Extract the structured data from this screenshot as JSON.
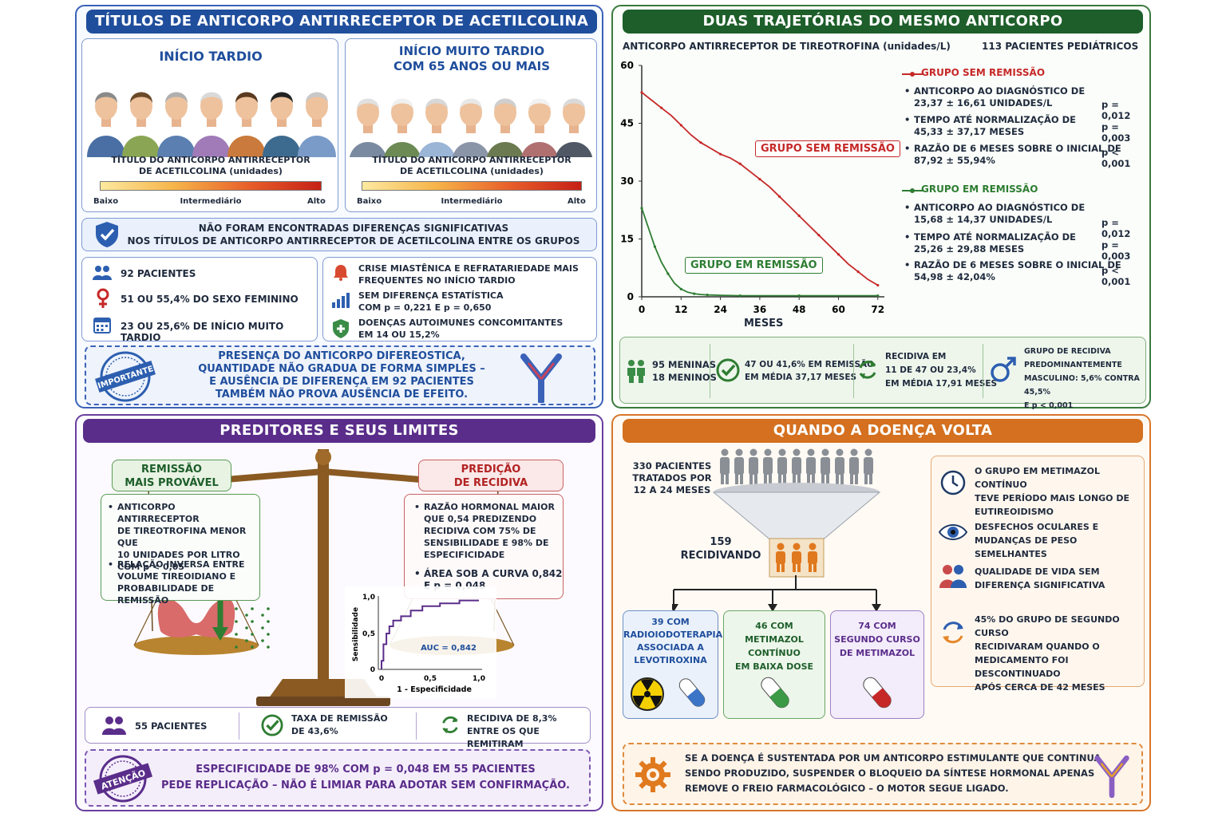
{
  "s1": {
    "title": "TÍTULOS DE ANTICORPO ANTIRRECEPTOR DE ACETILCOLINA",
    "card_a": {
      "title": "INÍCIO TARDIO",
      "scale_title_1": "TÍTULO DO ANTICORPO ANTIRRECEPTOR",
      "scale_title_2": "DE ACETILCOLINA (unidades)",
      "low": "Baixo",
      "mid": "Intermediário",
      "high": "Alto"
    },
    "card_b": {
      "title_1": "INÍCIO MUITO TARDIO",
      "title_2": "COM 65 ANOS OU MAIS",
      "scale_title_1": "TÍTULO DO ANTICORPO ANTIRRECEPTOR",
      "scale_title_2": "DE ACETILCOLINA (unidades)",
      "low": "Baixo",
      "mid": "Intermediário",
      "high": "Alto"
    },
    "nodiff_1": "NÃO FORAM ENCONTRADAS DIFERENÇAS SIGNIFICATIVAS",
    "nodiff_2": "NOS TÍTULOS DE ANTICORPO ANTIRRECEPTOR DE ACETILCOLINA ENTRE OS GRUPOS",
    "stats": [
      "92 PACIENTES",
      "51 OU 55,4% DO SEXO FEMININO",
      "23 OU 25,6% DE INÍCIO MUITO TARDIO"
    ],
    "facts": [
      [
        "CRISE MIASTÊNICA E REFRATARIEDADE MAIS",
        "FREQUENTES NO INÍCIO TARDIO"
      ],
      [
        "SEM DIFERENÇA ESTATÍSTICA",
        "COM p = 0,221 E p = 0,650"
      ],
      [
        "DOENÇAS AUTOIMUNES CONCOMITANTES",
        "EM 14 OU 15,2%"
      ]
    ],
    "stamp": "IMPORTANTE",
    "note": [
      "PRESENÇA DO ANTICORPO DIFEREOSTICA,",
      "QUANTIDADE NÃO GRADUA DE FORMA SIMPLES –",
      "E AUSÊNCIA DE DIFERENÇA EM 92 PACIENTES",
      "TAMBÉM NÃO PROVA AUSÊNCIA DE EFEITO."
    ]
  },
  "s2": {
    "title": "DUAS TRAJETÓRIAS DO MESMO ANTICORPO",
    "subtitle": "ANTICORPO ANTIRRECEPTOR DE TIREOTROFINA (unidades/L)",
    "patients": "113 PACIENTES PEDIÁTRICOS",
    "xlabel": "MESES",
    "label_red": "GRUPO SEM REMISSÃO",
    "label_green": "GRUPO EM REMISSÃO",
    "red": {
      "title": "GRUPO SEM REMISSÃO",
      "items": [
        [
          "ANTICORPO AO DIAGNÓSTICO DE",
          "23,37 ± 16,61 UNIDADES/L"
        ],
        [
          "TEMPO ATÉ NORMALIZAÇÃO DE",
          "45,33 ± 37,17 MESES"
        ],
        [
          "RAZÃO DE 6 MESES SOBRE O INICIAL DE",
          "87,92 ± 55,94%"
        ]
      ],
      "p": [
        "p = 0,012",
        "p = 0,003",
        "p < 0,001"
      ]
    },
    "green": {
      "title": "GRUPO EM REMISSÃO",
      "items": [
        [
          "ANTICORPO AO DIAGNÓSTICO DE",
          "15,68 ± 14,37 UNIDADES/L"
        ],
        [
          "TEMPO ATÉ NORMALIZAÇÃO DE",
          "25,26 ± 29,88 MESES"
        ],
        [
          "RAZÃO DE 6 MESES SOBRE O INICIAL DE",
          "54,98 ± 42,04%"
        ]
      ],
      "p": [
        "p = 0,012",
        "p = 0,003",
        "p < 0,001"
      ]
    },
    "foot": [
      [
        "95 MENINAS",
        "18 MENINOS"
      ],
      [
        "47 OU 41,6% EM REMISSÃO",
        "EM MÉDIA 37,17 MESES"
      ],
      [
        "RECIDIVA EM",
        "11 DE 47 OU 23,4%",
        "EM MÉDIA 17,91 MESES"
      ],
      [
        "GRUPO DE RECIDIVA",
        "PREDOMINANTEMENTE",
        "MASCULINO: 5,6% CONTRA 45,5%",
        "E p < 0,001"
      ]
    ]
  },
  "chart_data": {
    "type": "line",
    "ylabel": "",
    "xlabel": "MESES",
    "xlim": [
      0,
      74
    ],
    "ylim": [
      0,
      60
    ],
    "xticks": [
      "0",
      "12",
      "24",
      "36",
      "48",
      "60",
      "72"
    ],
    "yticks": [
      "0",
      "15",
      "30",
      "45",
      "60"
    ],
    "series": [
      {
        "name": "GRUPO SEM REMISSÃO",
        "color": "#c62828",
        "x": [
          0,
          3,
          6,
          9,
          12,
          15,
          18,
          21,
          24,
          27,
          30,
          33,
          36,
          39,
          42,
          45,
          48,
          51,
          54,
          57,
          60,
          63,
          66,
          69,
          72
        ],
        "y": [
          53,
          51,
          49,
          47,
          44.5,
          42,
          40,
          38.5,
          37,
          36,
          34.5,
          32.5,
          30.5,
          28.5,
          26,
          23.5,
          21,
          18.5,
          16,
          13.5,
          11,
          8.5,
          6.5,
          4.5,
          3
        ]
      },
      {
        "name": "GRUPO EM REMISSÃO",
        "color": "#2e7d32",
        "x": [
          0,
          2,
          4,
          6,
          8,
          10,
          12,
          14,
          16,
          18,
          20,
          24,
          30,
          36,
          48,
          60,
          72
        ],
        "y": [
          23,
          18,
          13,
          9,
          6,
          3.5,
          2,
          1.2,
          0.8,
          0.6,
          0.5,
          0.4,
          0.3,
          0.3,
          0.3,
          0.3,
          0.3
        ]
      }
    ]
  },
  "s3": {
    "title": "PREDITORES E SEUS LIMITES",
    "left_title_1": "REMISSÃO",
    "left_title_2": "MAIS PROVÁVEL",
    "left_items": [
      [
        "ANTICORPO ANTIRRECEPTOR",
        "DE TIREOTROFINA MENOR QUE",
        "10 UNIDADES POR LITRO",
        "COM p < 0,05"
      ],
      [
        "RELAÇÃO INVERSA ENTRE",
        "VOLUME TIREOIDIANO E",
        "PROBABILIDADE DE REMISSÃO"
      ]
    ],
    "right_title_1": "PREDIÇÃO",
    "right_title_2": "DE RECIDIVA",
    "right_items": [
      [
        "RAZÃO HORMONAL MAIOR",
        "QUE 0,54 PREDIZENDO",
        "RECIDIVA COM 75% DE",
        "SENSIBILIDADE E 98% DE",
        "ESPECIFICIDADE"
      ],
      [
        "ÁREA SOB A CURVA 0,842",
        "E p = 0,048"
      ]
    ],
    "roc": {
      "ylabel": "Sensibilidade",
      "xlabel": "1 - Especificidade",
      "auc": "AUC = 0,842",
      "ticks": [
        "0",
        "0,5",
        "1,0"
      ]
    },
    "foot": [
      "55 PACIENTES",
      [
        "TAXA DE REMISSÃO",
        "DE 43,6%"
      ],
      [
        "RECIDIVA DE 8,3%",
        "ENTRE OS QUE REMITIRAM"
      ]
    ],
    "stamp": "ATENÇÃO",
    "note": [
      "ESPECIFICIDADE DE 98% COM p = 0,048 EM 55 PACIENTES",
      "PEDE REPLICAÇÃO – NÃO É LIMIAR PARA ADOTAR SEM CONFIRMAÇÃO."
    ]
  },
  "s4": {
    "title": "QUANDO A DOENÇA VOLTA",
    "treated": [
      "330 PACIENTES",
      "TRATADOS POR",
      "12 A 24 MESES"
    ],
    "relapse": [
      "159",
      "RECIDIVANDO"
    ],
    "boxes": [
      [
        "39 COM",
        "RADIOIODOTERAPIA",
        "ASSOCIADA A",
        "LEVOTIROXINA"
      ],
      [
        "46 COM",
        "METIMAZOL CONTÍNUO",
        "EM BAIXA DOSE"
      ],
      [
        "74 COM",
        "SEGUNDO CURSO",
        "DE METIMAZOL"
      ]
    ],
    "facts": [
      [
        "O GRUPO EM METIMAZOL CONTÍNUO",
        "TEVE PERÍODO MAIS LONGO DE",
        "EUTIREOIDISMO"
      ],
      [
        "DESFECHOS OCULARES E",
        "MUDANÇAS DE PESO SEMELHANTES"
      ],
      [
        "QUALIDADE DE VIDA SEM",
        "DIFERENÇA SIGNIFICATIVA"
      ],
      [
        "45% DO GRUPO DE SEGUNDO CURSO",
        "RECIDIVARAM QUANDO O",
        "MEDICAMENTO FOI DESCONTINUADO",
        "APÓS CERCA DE 42 MESES"
      ]
    ],
    "note": [
      "SE A DOENÇA É SUSTENTADA POR UM ANTICORPO ESTIMULANTE QUE CONTINUA",
      "SENDO PRODUZIDO, SUSPENDER O BLOQUEIO DA SÍNTESE HORMONAL APENAS",
      "REMOVE O FREIO FARMACOLÓGICO – O MOTOR SEGUE LIGADO."
    ]
  },
  "colors": {
    "blue": "#1f4e9c",
    "green": "#1e5e2a",
    "purple": "#5a2d8a",
    "orange": "#d4701f",
    "red": "#c62828",
    "darkgreen": "#2e7d32"
  }
}
